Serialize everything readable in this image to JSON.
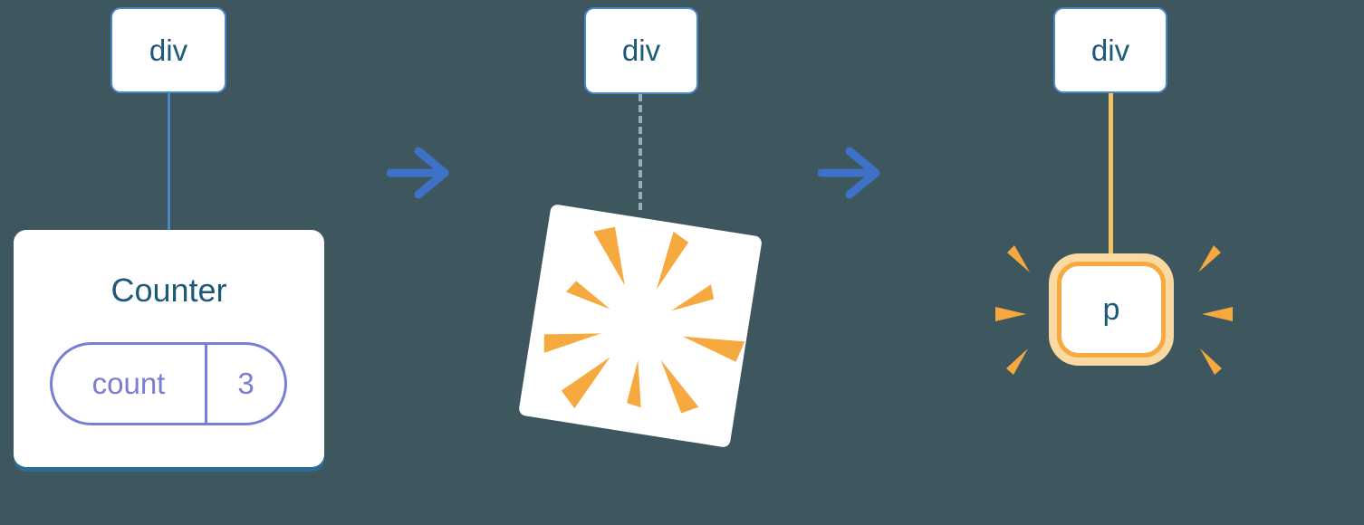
{
  "colors": {
    "page_background": "#3e575f",
    "surface_white": "#ffffff",
    "node_border_blue": "#4a87c5",
    "node_text_blue": "#1d5a7a",
    "connector_blue": "#4a87c5",
    "arrow_blue": "#3e72c8",
    "dashed_gray_blue": "#93afbf",
    "state_purple": "#7a7ed2",
    "poof_orange": "#f6a93f",
    "connector_orange": "#f8bf63",
    "halo_orange": "#fbd9a2",
    "card_shadow_blue": "#2f6b94"
  },
  "panels": [
    {
      "name": "before",
      "node_label": "div",
      "component": {
        "title": "Counter",
        "state_key": "count",
        "state_value": "3"
      }
    },
    {
      "name": "during",
      "node_label": "div",
      "effect_icon": "poof-burst-icon"
    },
    {
      "name": "after",
      "node_label": "div",
      "child_label": "p",
      "effect_icon": "sparkle-icon"
    }
  ]
}
